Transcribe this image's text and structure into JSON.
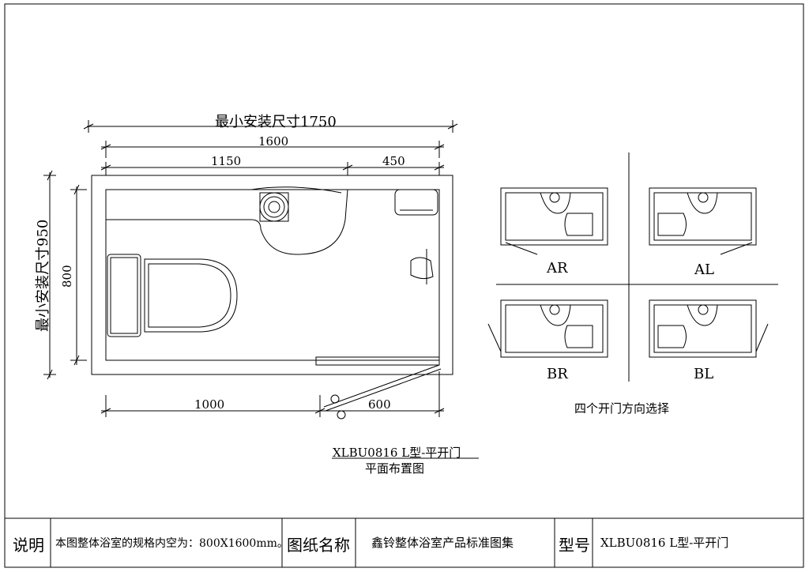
{
  "dimensions": {
    "min_install_length": "最小安装尺寸1750",
    "total_length": "1600",
    "left_segment": "1150",
    "right_segment": "450",
    "min_install_width": "最小安装尺寸950",
    "width": "800",
    "bottom_left": "1000",
    "bottom_right": "600"
  },
  "plan": {
    "model_title": "XLBU0816 L型-平开门",
    "subtitle": "平面布置图"
  },
  "door_options": {
    "labels": [
      "AR",
      "AL",
      "BR",
      "BL"
    ],
    "caption": "四个开门方向选择"
  },
  "title_block": {
    "note_label": "说明",
    "note_text": "本图整体浴室的规格内空为：800X1600mm。",
    "drawing_name_label": "图纸名称",
    "drawing_name": "鑫铃整体浴室产品标准图集",
    "model_label": "型号",
    "model_value": "XLBU0816 L型-平开门"
  }
}
